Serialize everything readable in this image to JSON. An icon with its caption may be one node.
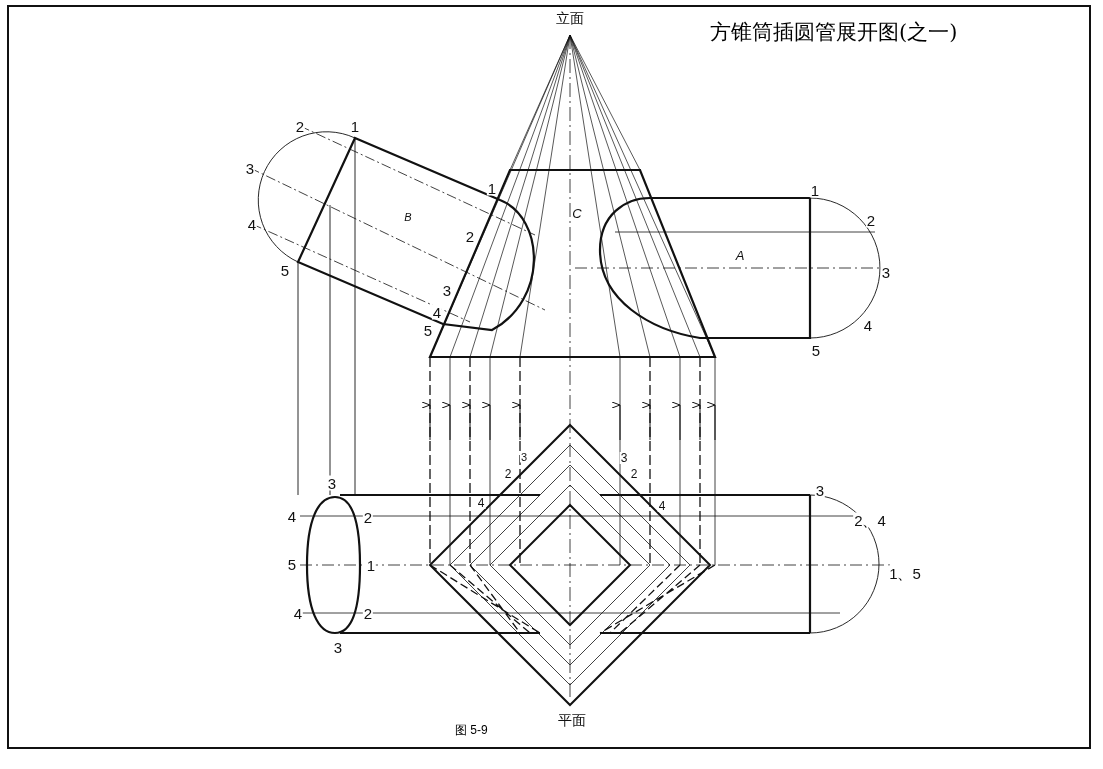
{
  "diagram": {
    "title": "方锥筒插圆管展开图(之一)",
    "caption": "图 5-9",
    "labels": [
      "立面",
      "2",
      "1",
      "3",
      "1",
      "C",
      "1",
      "B",
      "2",
      "4",
      "2",
      "A",
      "5",
      "3",
      "3",
      "4",
      "4",
      "5",
      "5",
      "3",
      "3",
      "3",
      "2",
      "2",
      "3",
      "4",
      "4",
      "4",
      "2",
      "2、4",
      "5",
      "1",
      "1、5",
      "4",
      "2",
      "3",
      "平面"
    ]
  }
}
